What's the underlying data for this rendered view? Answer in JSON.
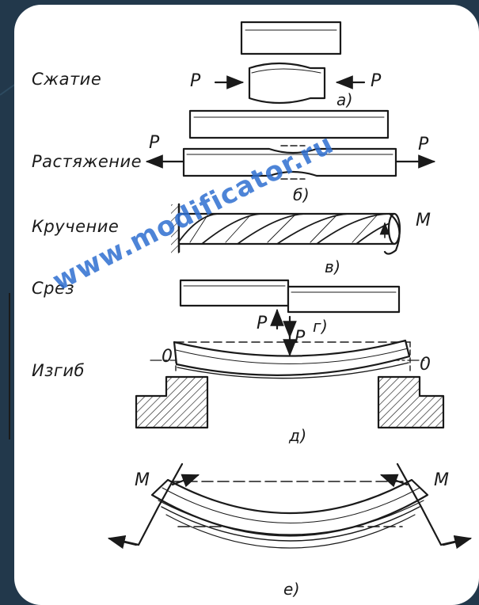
{
  "labels": {
    "compression": "Сжатие",
    "tension": "Растяжение",
    "torsion": "Кручение",
    "shear": "Срез",
    "bending": "Изгиб"
  },
  "subfigures": {
    "a": "а)",
    "b": "б)",
    "v": "в)",
    "g": "г)",
    "d": "д)",
    "e": "е)"
  },
  "symbols": {
    "force": "P",
    "moment": "M",
    "axis": "0"
  },
  "watermark": "www.modificator.ru",
  "colors": {
    "background": "#22384b",
    "card": "#ffffff",
    "ink": "#1a1a1a",
    "watermark": "#2f6fd1"
  }
}
